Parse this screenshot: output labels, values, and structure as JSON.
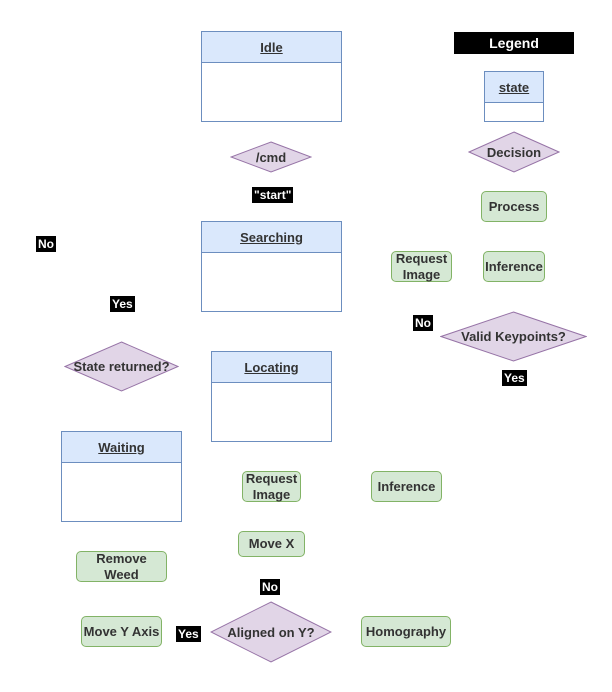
{
  "colors": {
    "state_fill": "#dae8fc",
    "state_border": "#6c8ebf",
    "process_fill": "#d5e8d4",
    "process_border": "#82b366",
    "decision_fill": "#e1d5e7",
    "decision_border": "#9673a6",
    "label_bg": "#000000",
    "label_text": "#ffffff"
  },
  "legend": {
    "title": "Legend",
    "state": "state",
    "decision": "Decision",
    "process": "Process",
    "inference": "Inference",
    "request_image": "Request Image",
    "valid_keypoints": "Valid Keypoints?",
    "no": "No",
    "yes": "Yes"
  },
  "states": {
    "idle": "Idle",
    "searching": "Searching",
    "locating": "Locating",
    "waiting": "Waiting"
  },
  "decisions": {
    "cmd": "/cmd",
    "state_returned": "State returned?",
    "aligned_y": "Aligned on Y?"
  },
  "processes": {
    "request_image": "Request Image",
    "inference": "Inference",
    "move_x": "Move X",
    "remove_weed": "Remove Weed",
    "move_y_axis": "Move Y Axis",
    "homography": "Homography"
  },
  "labels": {
    "start": "\"start\"",
    "no_left": "No",
    "yes_left": "Yes",
    "no_center": "No",
    "yes_aligned": "Yes"
  }
}
